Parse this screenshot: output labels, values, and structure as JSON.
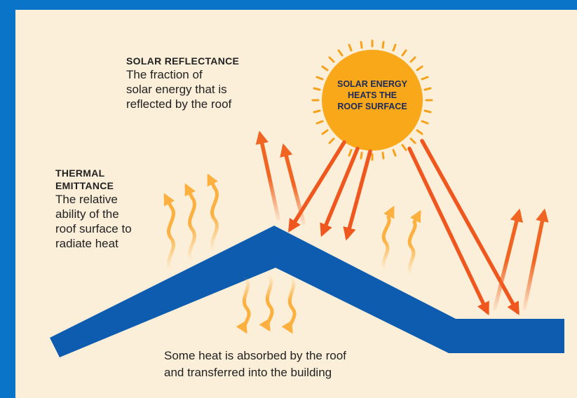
{
  "colors": {
    "border": "#0a74c8",
    "background": "#fcefd9",
    "roof": "#0d5cb0",
    "sun": "#f9a81a",
    "sun_rays": "#f7a11a",
    "incoming_arrow": "#f0571e",
    "reflected_arrow": "#f16522",
    "heat_wave": "#fbb040"
  },
  "labels": {
    "solar_reflectance": {
      "title": "SOLAR REFLECTANCE",
      "lines": [
        "The fraction of",
        "solar energy that is",
        "reflected by the roof"
      ]
    },
    "thermal_emittance": {
      "title_lines": [
        "THERMAL",
        "EMITTANCE"
      ],
      "lines": [
        "The relative",
        "ability of the",
        "roof surface to",
        "radiate heat"
      ]
    },
    "sun": {
      "lines": [
        "SOLAR ENERGY",
        "HEATS THE",
        "ROOF SURFACE"
      ]
    },
    "absorbed": {
      "lines": [
        "Some heat is absorbed by the roof",
        "and transferred into the building"
      ]
    }
  },
  "icons": [
    "sun-icon",
    "roof-shape",
    "incoming-arrow",
    "reflected-arrow",
    "heat-wave-arrow"
  ]
}
